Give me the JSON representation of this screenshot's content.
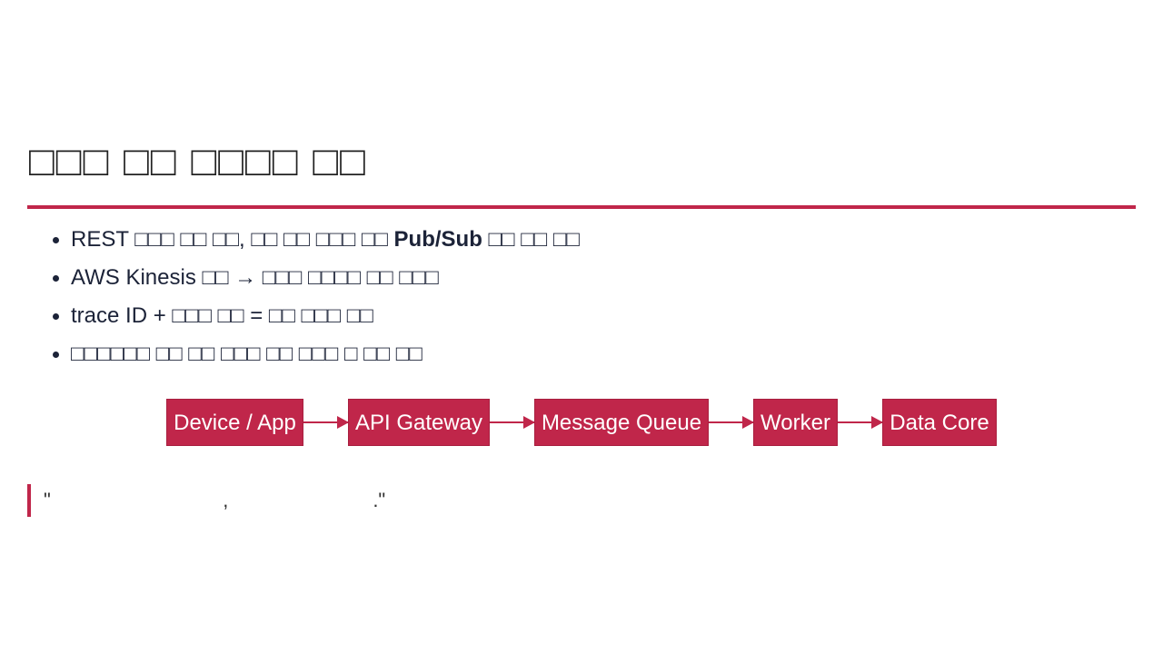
{
  "slide": {
    "title": "□□□ □□ □□□□ □□"
  },
  "bullets": [
    {
      "pre": "REST □□□ □□ □□, □□ □□ □□□ □□ ",
      "strong": "Pub/Sub",
      "post": " □□ □□ □□"
    },
    {
      "pre": "AWS Kinesis □□ → □□□ □□□□ □□ □□□",
      "strong": "",
      "post": ""
    },
    {
      "pre": "trace ID + □□□ □□ = □□ □□□ □□",
      "strong": "",
      "post": ""
    },
    {
      "pre": "□□□□□□ □□ □□ □□□ □□ □□□ □ □□ □□",
      "strong": "",
      "post": ""
    }
  ],
  "flow": {
    "nodes": [
      "Device / App",
      "API Gateway",
      "Message Queue",
      "Worker",
      "Data Core"
    ]
  },
  "quote": {
    "text": "\"                               ,                          .\""
  },
  "colors": {
    "accent": "#c0264a",
    "text": "#1c2338"
  }
}
